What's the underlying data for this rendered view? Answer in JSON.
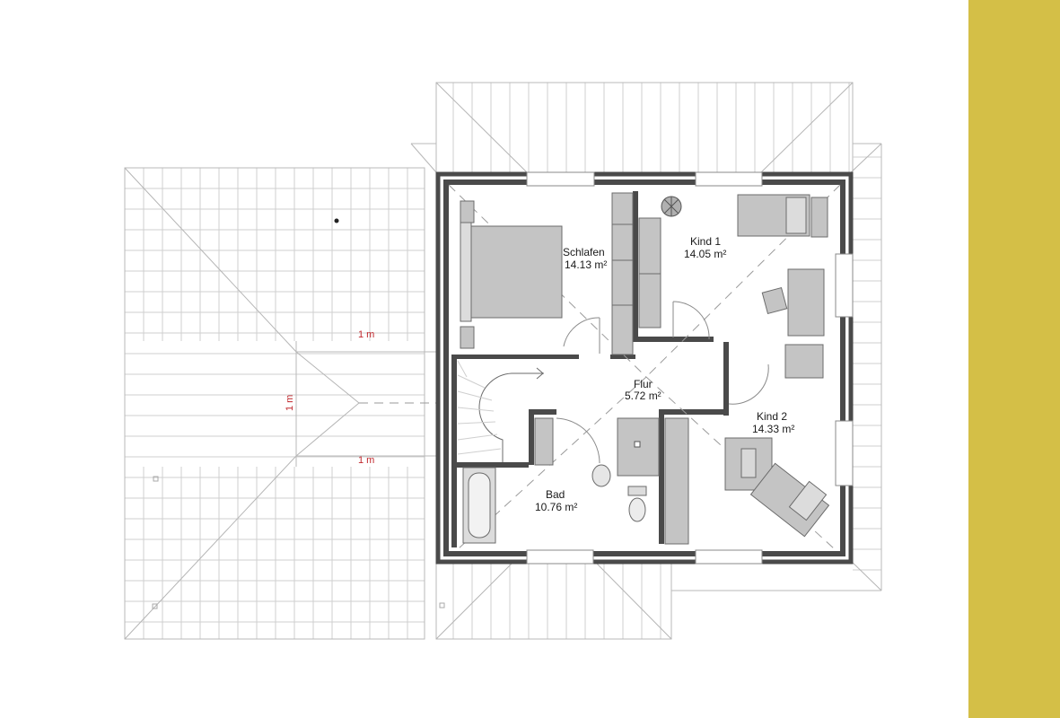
{
  "colors": {
    "side_band": "#d4bf47",
    "wall": "#4a4a4a",
    "furniture": "#c4c4c4",
    "dimension": "#c0282d"
  },
  "rooms": {
    "schlafen": {
      "name": "Schlafen",
      "area": "14.13 m²"
    },
    "kind1": {
      "name": "Kind 1",
      "area": "14.05 m²"
    },
    "flur": {
      "name": "Flur",
      "area": "5.72 m²"
    },
    "kind2": {
      "name": "Kind 2",
      "area": "14.33 m²"
    },
    "bad": {
      "name": "Bad",
      "area": "10.76 m²"
    }
  },
  "dimensions": {
    "top": "1 m",
    "side": "1 m",
    "bottom": "1 m"
  }
}
